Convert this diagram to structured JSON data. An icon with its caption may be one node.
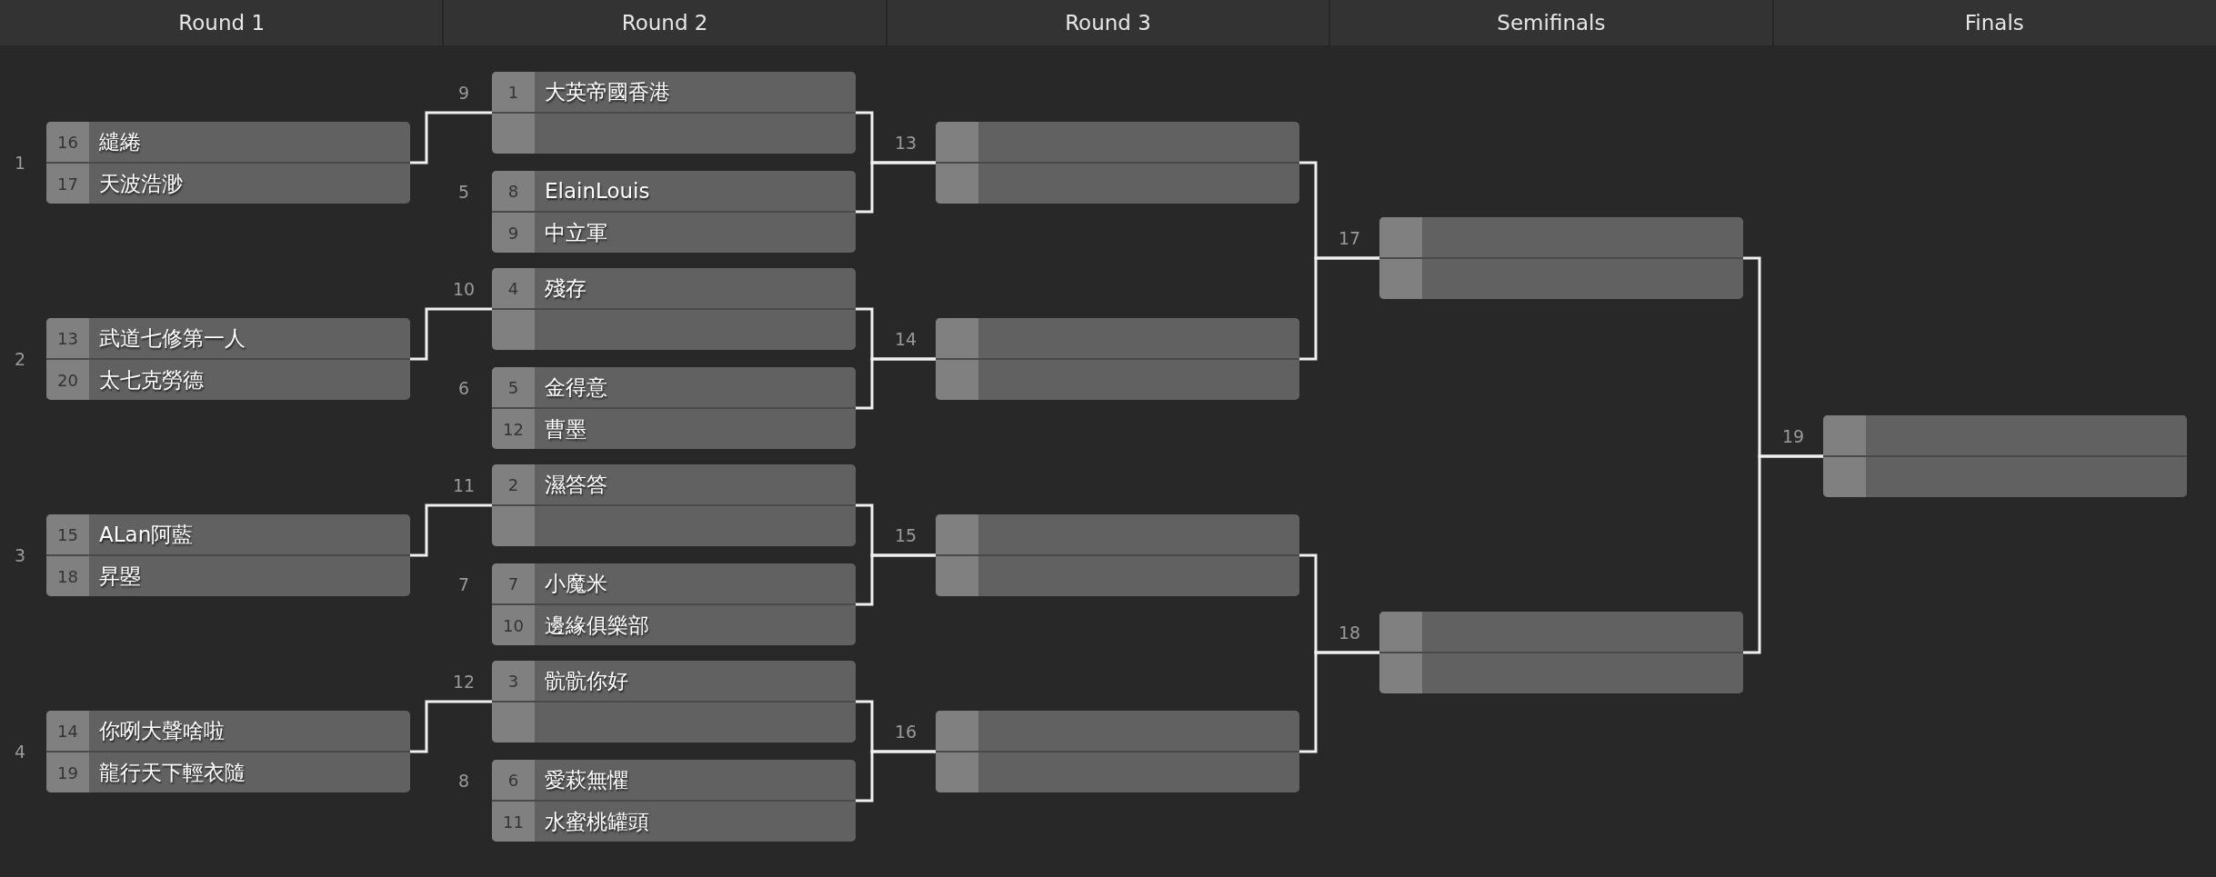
{
  "diagram": {
    "nodes": [
      {
        "text": [],
        "shape": "box",
        "beside": [
          "1"
        ]
      },
      {
        "text": [
          "16",
          "繾綣"
        ],
        "in": 0
      },
      {
        "text": [
          "17",
          "天波浩渺"
        ],
        "in": 0
      },
      {
        "text": [],
        "shape": "box",
        "beside": [
          "2"
        ]
      },
      {
        "text": [
          "13",
          "武道七修第一人"
        ],
        "in": 3
      },
      {
        "text": [
          "20",
          "太七克勞德"
        ],
        "in": 3
      },
      {
        "text": [],
        "shape": "box",
        "beside": [
          "3"
        ]
      },
      {
        "text": [
          "15",
          "ALan阿藍"
        ],
        "in": 6
      },
      {
        "text": [
          "18",
          "昇曌"
        ],
        "in": 6
      },
      {
        "text": [],
        "shape": "box",
        "beside": [
          "4"
        ]
      },
      {
        "text": [
          "14",
          "你咧大聲啥啦"
        ],
        "in": 9
      },
      {
        "text": [
          "19",
          "龍行天下輕衣隨"
        ],
        "in": 9
      },
      {
        "text": [],
        "shape": "box",
        "beside": [
          "9"
        ]
      },
      {
        "text": [
          "1",
          "大英帝國香港"
        ],
        "in": 12
      },
      {
        "text": [],
        "shape": "box",
        "in": 12
      },
      {
        "text": [],
        "shape": "box",
        "beside": [
          "5"
        ]
      },
      {
        "text": [
          "8",
          "ElainLouis"
        ],
        "in": 15
      },
      {
        "text": [
          "9",
          "中立軍"
        ],
        "in": 15
      },
      {
        "text": [],
        "shape": "box",
        "beside": [
          "10"
        ]
      },
      {
        "text": [
          "4",
          "殘存"
        ],
        "in": 18
      },
      {
        "text": [],
        "shape": "box",
        "in": 18
      },
      {
        "text": [],
        "shape": "box",
        "beside": [
          "6"
        ]
      },
      {
        "text": [
          "5",
          "金得意"
        ],
        "in": 21
      },
      {
        "text": [
          "12",
          "曹墨"
        ],
        "in": 21
      },
      {
        "text": [],
        "shape": "box",
        "beside": [
          "11"
        ]
      },
      {
        "text": [
          "2",
          "濕答答"
        ],
        "in": 24
      },
      {
        "text": [],
        "shape": "box",
        "in": 24
      },
      {
        "text": [],
        "shape": "box",
        "beside": [
          "7"
        ]
      },
      {
        "text": [
          "7",
          "小魔米"
        ],
        "in": 27
      },
      {
        "text": [
          "10",
          "邊緣俱樂部"
        ],
        "in": 27
      },
      {
        "text": [],
        "shape": "box",
        "beside": [
          "12"
        ]
      },
      {
        "text": [
          "3",
          "骯骯你好"
        ],
        "in": 30
      },
      {
        "text": [],
        "shape": "box",
        "in": 30
      },
      {
        "text": [],
        "shape": "box",
        "beside": [
          "8"
        ]
      },
      {
        "text": [
          "6",
          "愛萩無懼"
        ],
        "in": 33
      },
      {
        "text": [
          "11",
          "水蜜桃罐頭"
        ],
        "in": 33
      },
      {
        "text": [],
        "shape": "box",
        "beside": [
          "13"
        ]
      },
      {
        "text": [],
        "shape": "box",
        "in": 36
      },
      {
        "text": [],
        "shape": "box",
        "in": 36
      },
      {
        "text": [],
        "shape": "box",
        "beside": [
          "14"
        ]
      },
      {
        "text": [],
        "shape": "box",
        "in": 39
      },
      {
        "text": [],
        "shape": "box",
        "in": 39
      },
      {
        "text": [],
        "shape": "box",
        "beside": [
          "15"
        ]
      },
      {
        "text": [],
        "shape": "box",
        "in": 42
      },
      {
        "text": [],
        "shape": "box",
        "in": 42
      },
      {
        "text": [],
        "shape": "box",
        "beside": [
          "16"
        ]
      },
      {
        "text": [],
        "shape": "box",
        "in": 45
      },
      {
        "text": [],
        "shape": "box",
        "in": 45
      },
      {
        "text": [],
        "shape": "box",
        "beside": [
          "17"
        ]
      },
      {
        "text": [],
        "shape": "box",
        "in": 48
      },
      {
        "text": [],
        "shape": "box",
        "in": 48
      },
      {
        "text": [],
        "shape": "box",
        "beside": [
          "18"
        ]
      },
      {
        "text": [],
        "shape": "box",
        "in": 51
      },
      {
        "text": [],
        "shape": "box",
        "in": 51
      },
      {
        "text": [],
        "shape": "box",
        "beside": [
          "19"
        ]
      },
      {
        "text": [],
        "shape": "box",
        "in": 54
      },
      {
        "text": [],
        "shape": "box",
        "in": 54
      }
    ],
    "edges": [
      {
        "from": 0,
        "to": 12,
        "arrow": "none"
      },
      {
        "from": 3,
        "to": 18,
        "arrow": "none"
      },
      {
        "from": 6,
        "to": 24,
        "arrow": "none"
      },
      {
        "from": 9,
        "to": 30,
        "arrow": "none"
      },
      {
        "from": 12,
        "to": 36,
        "arrow": "none"
      },
      {
        "from": 15,
        "to": 36,
        "arrow": "none"
      },
      {
        "from": 18,
        "to": 39,
        "arrow": "none"
      },
      {
        "from": 21,
        "to": 39,
        "arrow": "none"
      },
      {
        "from": 24,
        "to": 42,
        "arrow": "none"
      },
      {
        "from": 27,
        "to": 42,
        "arrow": "none"
      },
      {
        "from": 30,
        "to": 45,
        "arrow": "none"
      },
      {
        "from": 33,
        "to": 45,
        "arrow": "none"
      },
      {
        "from": 36,
        "to": 48,
        "arrow": "none"
      },
      {
        "from": 39,
        "to": 48,
        "arrow": "none"
      },
      {
        "from": 42,
        "to": 51,
        "arrow": "none"
      },
      {
        "from": 45,
        "to": 51,
        "arrow": "none"
      },
      {
        "from": 48,
        "to": 54,
        "arrow": "none"
      },
      {
        "from": 51,
        "to": 54,
        "arrow": "none"
      }
    ],
    "labels": [
      "Round 1",
      "Round 2",
      "Round 3",
      "Semifinals",
      "Finals"
    ]
  }
}
